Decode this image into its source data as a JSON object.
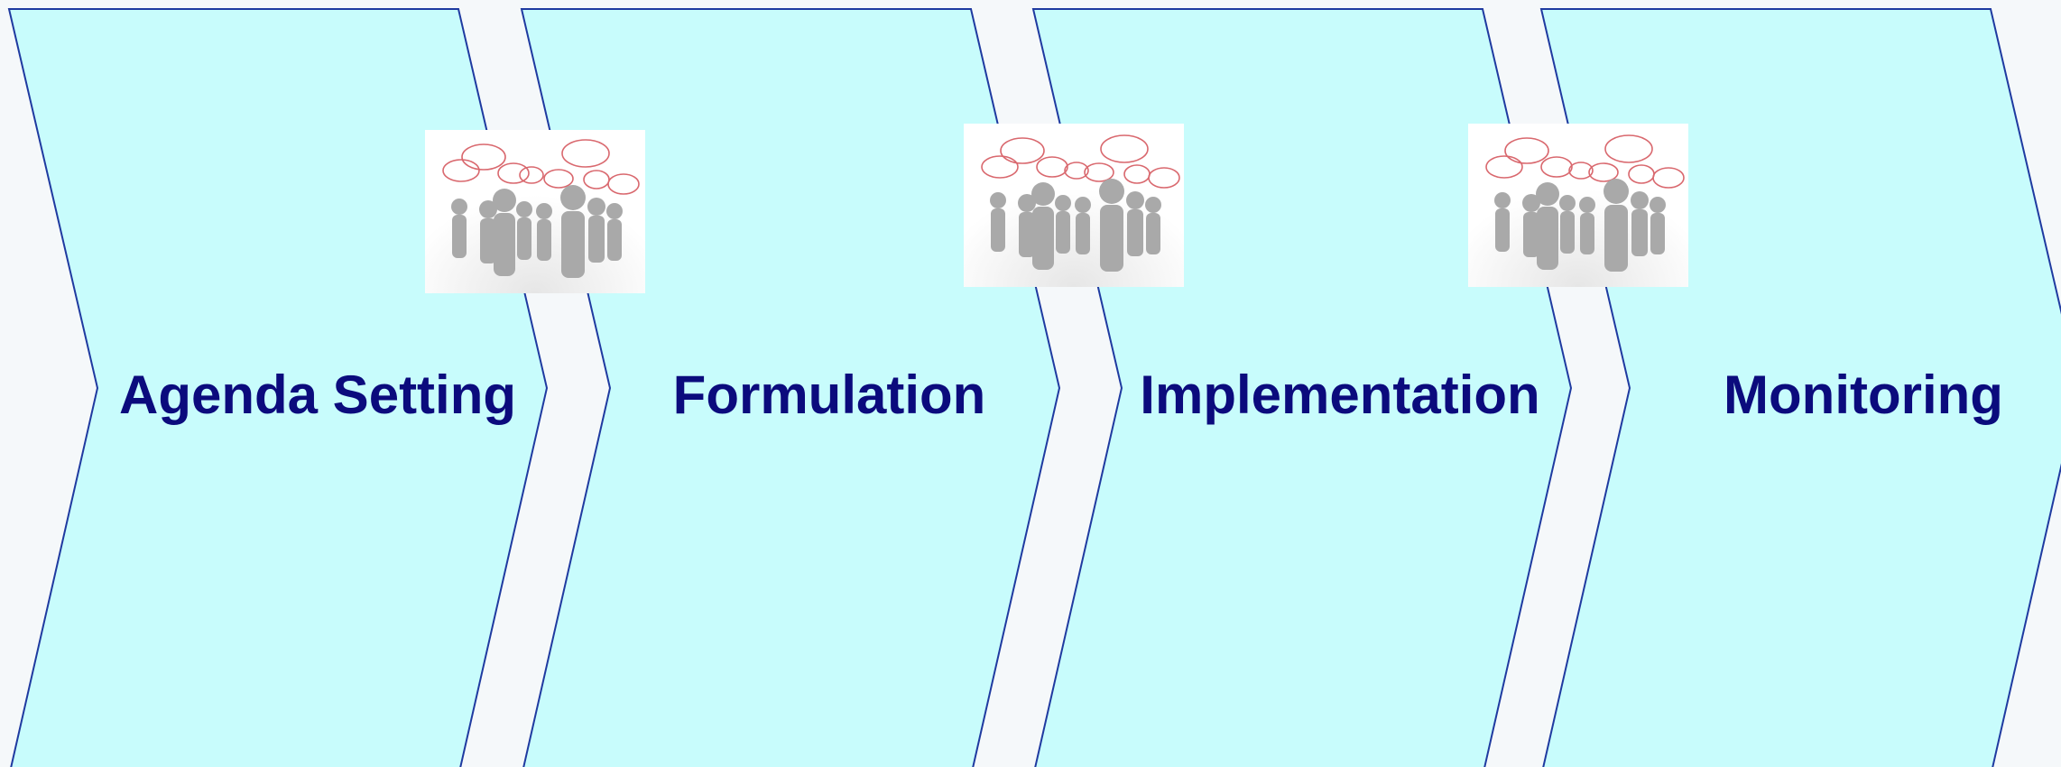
{
  "diagram": {
    "type": "chevron-process",
    "colors": {
      "background": "#f5f8fa",
      "chevron_fill": "#c8fcfc",
      "chevron_stroke": "#1f3aa0",
      "label_color": "#0b0b7d"
    },
    "stages": [
      {
        "label": "Agenda Setting"
      },
      {
        "label": "Formulation"
      },
      {
        "label": "Implementation"
      },
      {
        "label": "Monitoring"
      }
    ],
    "images": [
      {
        "icon": "crowd-talking-icon"
      },
      {
        "icon": "crowd-talking-icon"
      },
      {
        "icon": "crowd-talking-icon"
      }
    ]
  }
}
